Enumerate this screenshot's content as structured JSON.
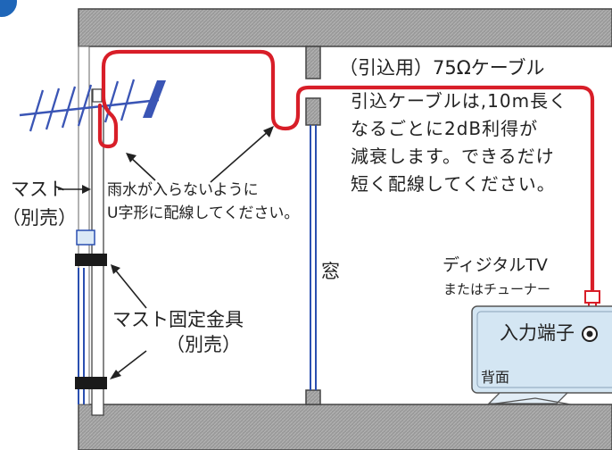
{
  "labels": {
    "cable_type": "（引込用）75Ωケーブル",
    "cable_note_lines": [
      "引込ケーブルは,10m長く",
      "なるごとに2dB利得が",
      "減衰します。できるだけ",
      "短く配線してください。"
    ],
    "rain_note_lines": [
      "雨水が入らないように",
      "U字形に配線してください。"
    ],
    "mast": "マスト",
    "mast_sold_separately": "（別売）",
    "mast_bracket": "マスト固定金具",
    "bracket_sold_separately": "（別売）",
    "window": "窓",
    "tv_line1": "ディジタルTV",
    "tv_line2": "またはチューナー",
    "input_terminal": "入力端子",
    "back": "背面"
  },
  "colors": {
    "cable": "#d81e28",
    "wall": "#9a9a9a",
    "wall_edge": "#444444",
    "mast_blue": "#2a4fb0",
    "antenna": "#3a55b5",
    "tv_fill": "#d4e6f3",
    "tv_border": "#555555"
  }
}
